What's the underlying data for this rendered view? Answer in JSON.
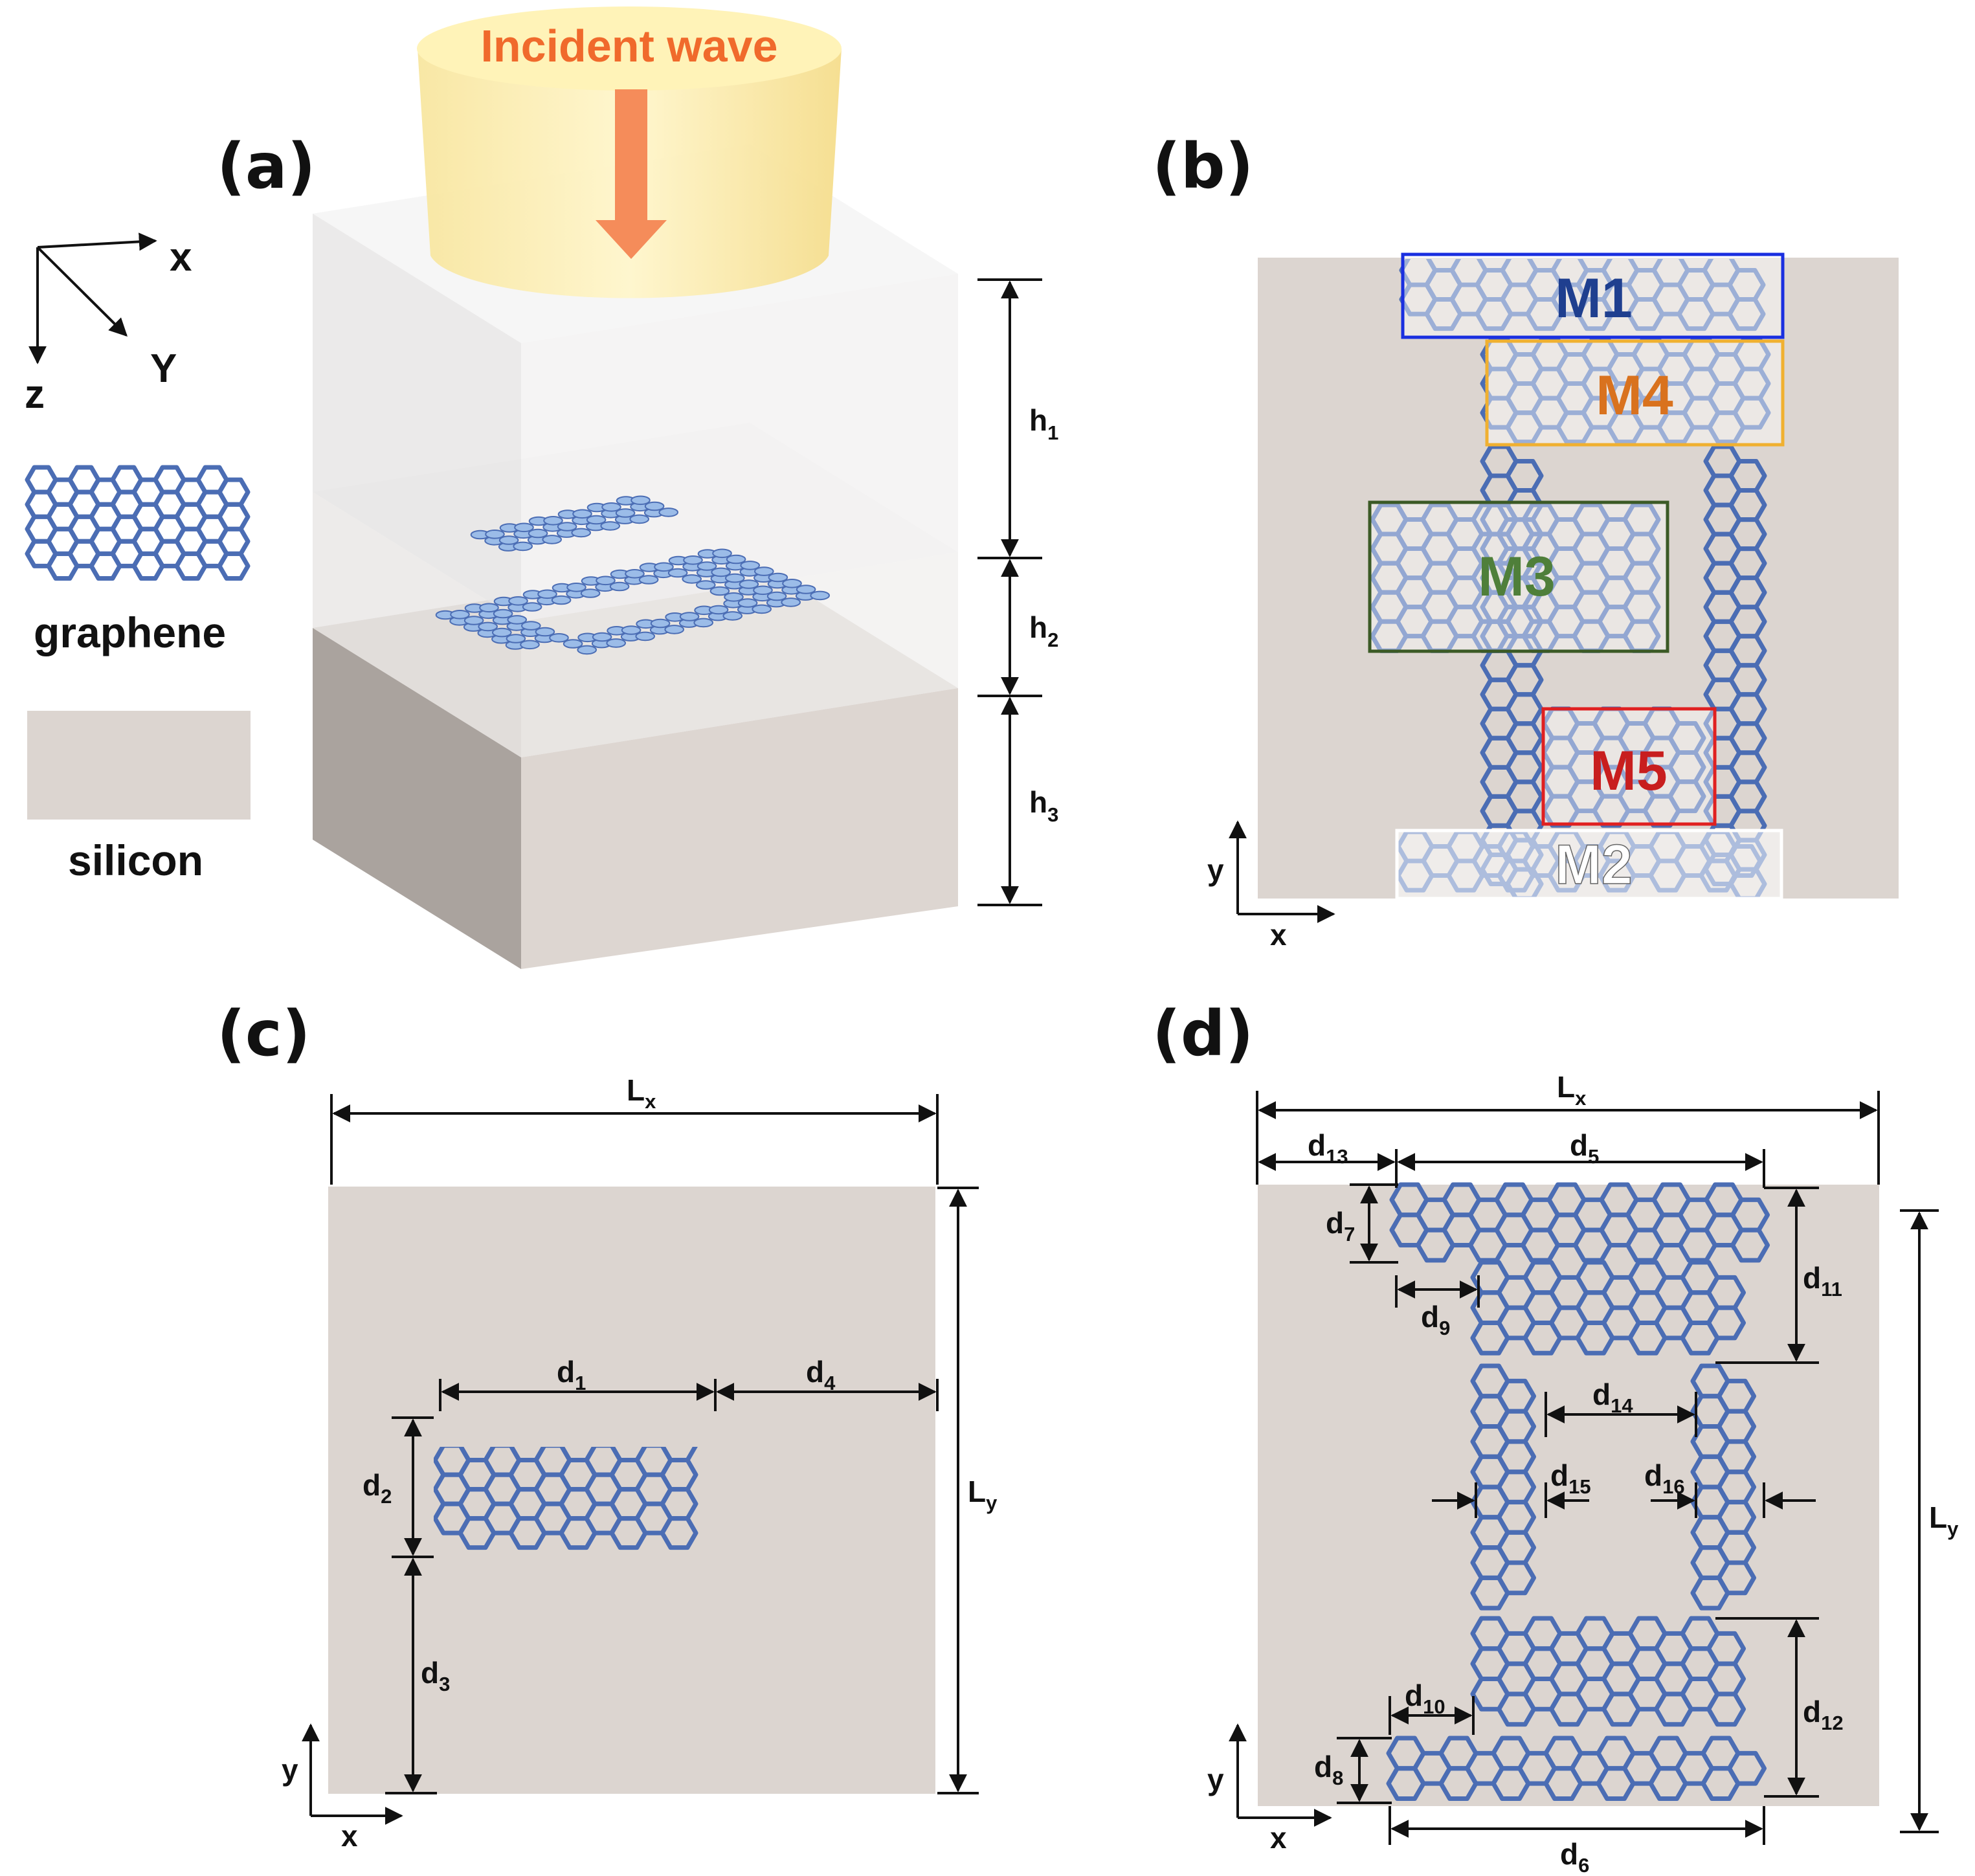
{
  "panels": {
    "a": "(a)",
    "b": "(b)",
    "c": "(c)",
    "d": "(d)"
  },
  "incident_wave": "Incident wave",
  "axes_3d": {
    "x": "x",
    "y": "Y",
    "z": "z"
  },
  "axes_2d": {
    "x": "x",
    "y": "y"
  },
  "legend": {
    "graphene": "graphene",
    "silicon": "silicon"
  },
  "heights": [
    {
      "main": "h",
      "sub": "1"
    },
    {
      "main": "h",
      "sub": "2"
    },
    {
      "main": "h",
      "sub": "3"
    }
  ],
  "modes": [
    {
      "label": "M1",
      "color": "#1f3f8f",
      "border": "#1a2fe0"
    },
    {
      "label": "M4",
      "color": "#d9721e",
      "border": "#f0b030"
    },
    {
      "label": "M3",
      "color": "#4f7f3a",
      "border": "#3b5a25"
    },
    {
      "label": "M5",
      "color": "#c81e1e",
      "border": "#e02020"
    },
    {
      "label": "M2",
      "color": "#ffffff",
      "border": "#ffffff"
    }
  ],
  "dims_c": {
    "Lx": {
      "main": "L",
      "sub": "x"
    },
    "Ly": {
      "main": "L",
      "sub": "y"
    },
    "d1": {
      "main": "d",
      "sub": "1"
    },
    "d2": {
      "main": "d",
      "sub": "2"
    },
    "d3": {
      "main": "d",
      "sub": "3"
    },
    "d4": {
      "main": "d",
      "sub": "4"
    }
  },
  "dims_d": {
    "Lx": {
      "main": "L",
      "sub": "x"
    },
    "Ly": {
      "main": "L",
      "sub": "y"
    },
    "d5": {
      "main": "d",
      "sub": "5"
    },
    "d6": {
      "main": "d",
      "sub": "6"
    },
    "d7": {
      "main": "d",
      "sub": "7"
    },
    "d8": {
      "main": "d",
      "sub": "8"
    },
    "d9": {
      "main": "d",
      "sub": "9"
    },
    "d10": {
      "main": "d",
      "sub": "10"
    },
    "d11": {
      "main": "d",
      "sub": "11"
    },
    "d12": {
      "main": "d",
      "sub": "12"
    },
    "d13": {
      "main": "d",
      "sub": "13"
    },
    "d14": {
      "main": "d",
      "sub": "14"
    },
    "d15": {
      "main": "d",
      "sub": "15"
    },
    "d16": {
      "main": "d",
      "sub": "16"
    }
  },
  "colors": {
    "silicon": "#dcd5d0",
    "graphene_stroke": "#4b6db4",
    "arrow": "#f58c5a",
    "incident_text": "#f06a2c"
  }
}
